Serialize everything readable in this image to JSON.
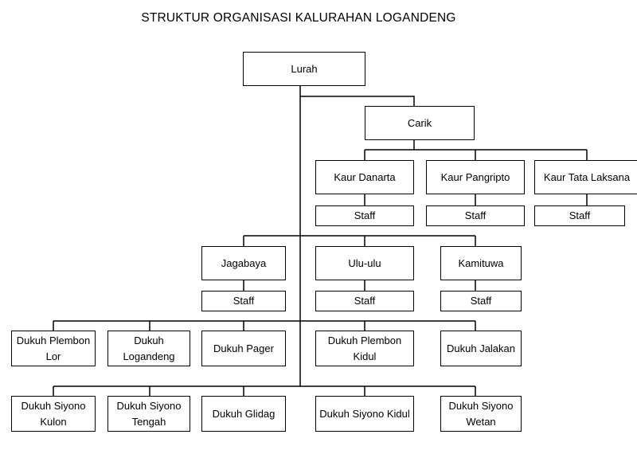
{
  "title": "STRUKTUR ORGANISASI KALURAHAN LOGANDENG",
  "nodes": {
    "lurah": "Lurah",
    "carik": "Carik",
    "kaur_danarta": "Kaur Danarta",
    "kaur_pangripto": "Kaur Pangripto",
    "kaur_tata_laksana": "Kaur Tata Laksana",
    "staff": "Staff",
    "jagabaya": "Jagabaya",
    "ulu_ulu": "Ulu-ulu",
    "kamituwa": "Kamituwa",
    "dukuh_plembon_lor": "Dukuh Plembon\nLor",
    "dukuh_logandeng": "Dukuh\nLogandeng",
    "dukuh_pager": "Dukuh Pager",
    "dukuh_plembon_kidul": "Dukuh Plembon\nKidul",
    "dukuh_jalakan": "Dukuh Jalakan",
    "dukuh_siyono_kulon": "Dukuh Siyono\nKulon",
    "dukuh_siyono_tengah": "Dukuh Siyono\nTengah",
    "dukuh_glidag": "Dukuh Glidag",
    "dukuh_siyono_kidul": "Dukuh Siyono Kidul",
    "dukuh_siyono_wetan": "Dukuh Siyono\nWetan"
  }
}
